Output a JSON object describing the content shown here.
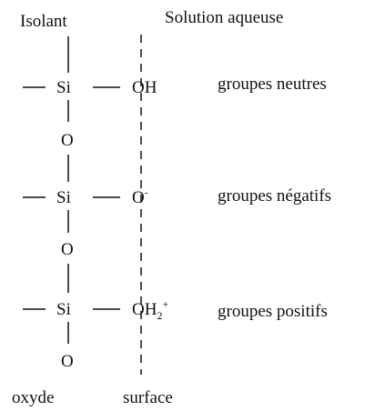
{
  "headers": {
    "left": "Isolant",
    "right": "Solution aqueuse"
  },
  "rows": [
    {
      "si": "Si",
      "group": "OH",
      "group_sub": "",
      "group_sup": "",
      "label": "groupes neutres"
    },
    {
      "si": "Si",
      "group": "O",
      "group_sub": "",
      "group_sup": "-",
      "label": "groupes négatifs"
    },
    {
      "si": "Si",
      "group": "OH",
      "group_sub": "2",
      "group_sup": "+",
      "label": "groupes positifs"
    }
  ],
  "bridges": [
    "O",
    "O",
    "O"
  ],
  "footers": {
    "left": "oxyde",
    "right": "surface"
  }
}
